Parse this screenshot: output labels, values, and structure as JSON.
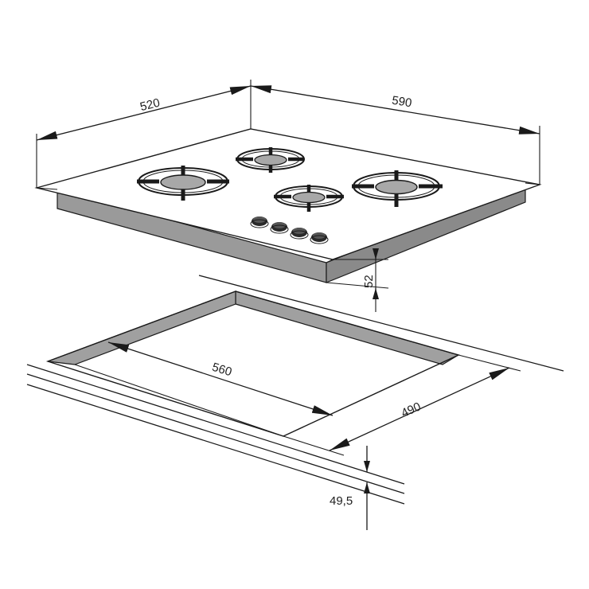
{
  "dimensions": {
    "hob_depth": "520",
    "hob_width": "590",
    "hob_height": "52",
    "cutout_width": "560",
    "cutout_depth": "490",
    "worktop_thickness": "49,5"
  },
  "colors": {
    "outline": "#1a1a1a",
    "side_gray": "#9a9a9a",
    "burner_fill": "#a8a8a8",
    "grate": "#1a1a1a",
    "knob": "#2a2a2a"
  },
  "burners": {
    "count": 4,
    "knob_count": 4
  }
}
